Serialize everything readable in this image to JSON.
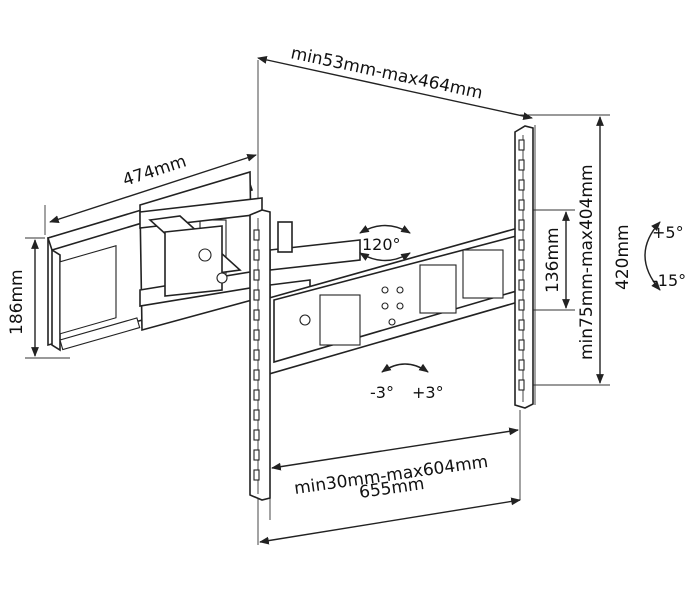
{
  "dimensions": {
    "arm_extension": "min53mm-max464mm",
    "wall_plate_width": "474mm",
    "wall_plate_height": "186mm",
    "vesa_vertical": "min75mm-max404mm",
    "bracket_height": "420mm",
    "mid_height": "136mm",
    "vesa_horizontal": "min30mm-max604mm",
    "bracket_width": "655mm"
  },
  "angles": {
    "swivel": "120°",
    "tilt_up": "+5°",
    "tilt_down": "-15°",
    "rotate_left": "-3°",
    "rotate_right": "+3°"
  }
}
